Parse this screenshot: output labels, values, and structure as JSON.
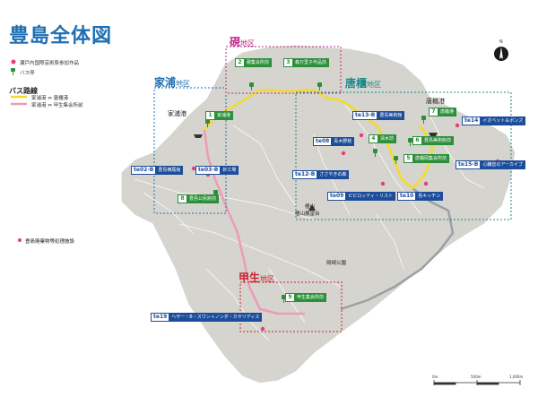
{
  "title": "豊島全体図",
  "legend": {
    "art_marker": "瀬戸内国際芸術祭参加作品",
    "bus_stop": "バス停",
    "route_head": "バス路線",
    "route1_from": "家浦港",
    "route1_to": "唐櫃港",
    "route2_from": "家浦港",
    "route2_to": "甲生集会所前",
    "arrow": "⇔"
  },
  "regions": {
    "karato": {
      "name": "唐櫃",
      "suffix": "地区"
    },
    "ieura": {
      "name": "家浦",
      "suffix": "地区"
    },
    "suzuri": {
      "name": "硯",
      "suffix": "地区"
    },
    "kou": {
      "name": "甲生",
      "suffix": "地区"
    }
  },
  "ports": {
    "ieura": "家浦港",
    "karato": "唐櫃港"
  },
  "north": "N",
  "bus_stops": [
    {
      "num": "1",
      "label": "家浦港"
    },
    {
      "num": "2",
      "label": "硯集会所前"
    },
    {
      "num": "3",
      "label": "森万里子作品前"
    },
    {
      "num": "4",
      "label": "清水前"
    },
    {
      "num": "5",
      "label": "唐櫃岡集会所前"
    },
    {
      "num": "6",
      "label": "豊島美術館前"
    },
    {
      "num": "7",
      "label": "唐櫃港"
    },
    {
      "num": "8",
      "label": "豊島公民館前"
    },
    {
      "num": "9",
      "label": "甲生集会所前"
    }
  ],
  "artworks": [
    {
      "code": "te02-B",
      "label": "豊島横尾館"
    },
    {
      "code": "te03-B",
      "label": "針工場"
    },
    {
      "code": "te08",
      "label": "青木野枝"
    },
    {
      "code": "te09",
      "label": "ピピロッティ・リスト"
    },
    {
      "code": "te10",
      "label": "島キッチン"
    },
    {
      "code": "te12-B",
      "label": "ささやきの森"
    },
    {
      "code": "te13-B",
      "label": "豊島美術館"
    },
    {
      "code": "te14",
      "label": "イオベット＆ポンズ"
    },
    {
      "code": "te15-B",
      "label": "心臓音のアーカイブ"
    },
    {
      "code": "te19",
      "label": "ヘザー・B・スワン＋ノンダ・カサリディス"
    }
  ],
  "places": {
    "danyama": "檀山",
    "danyama_park": "檀山展望台",
    "okazaki_park": "岡崎公園",
    "waste_site": "豊島廃棄物等処理施設"
  },
  "scale": [
    "0m",
    "500m",
    "1,000m"
  ],
  "colors": {
    "title": "#1f6fb3",
    "route_yellow": "#f2dc2a",
    "route_pink": "#ef9ab7",
    "road_gray": "#9aa1a6",
    "ieura_box": "#1f6fb3",
    "suzuri_box": "#c0278e",
    "karato_box": "#1a8a8a",
    "kou_box": "#c8232c",
    "stop_green": "#2c8f3a",
    "art_blue": "#1c4d9a",
    "marker_pink": "#e0407a"
  }
}
